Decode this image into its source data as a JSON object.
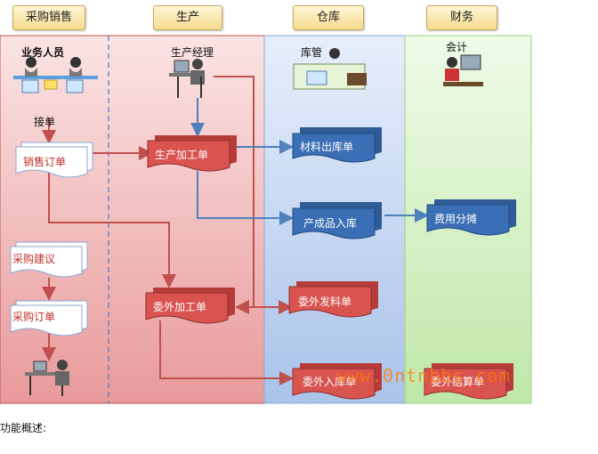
{
  "lanes": [
    {
      "label": "采购销售",
      "bg": "#f5c9c9"
    },
    {
      "label": "生产",
      "bg": "#f5c9c9"
    },
    {
      "label": "仓库",
      "bg": "#c9d8f2"
    },
    {
      "label": "财务",
      "bg": "#d6f2c9"
    }
  ],
  "roles": {
    "sales_staff": "业务人员",
    "production_manager": "生产经理",
    "warehouse_keeper": "库管",
    "accountant": "会计"
  },
  "steps": {
    "receive_order": "接单"
  },
  "documents": {
    "sales_order": "销售订单",
    "purchase_suggestion": "采购建议",
    "purchase_order": "采购订单",
    "production_order": "生产加工单",
    "outsource_order": "委外加工单",
    "material_issue": "材料出库单",
    "finished_goods_receipt": "产成品入库",
    "outsource_issue": "委外发料单",
    "outsource_receipt": "委外入库单",
    "cost_allocation": "费用分摊",
    "outsource_settlement": "委外结算单"
  },
  "watermark": "www.0ntnbbs.com",
  "footer": "功能概述:",
  "colors": {
    "sales_lane": "#f5c9c9",
    "warehouse_lane": "#c9d8f2",
    "finance_lane": "#d6f2c9",
    "red_doc": "#d9534f",
    "blue_doc": "#3a6fb5",
    "white_doc": "#ffffff",
    "arrow_red": "#c0504d",
    "arrow_blue": "#4f81bd"
  }
}
